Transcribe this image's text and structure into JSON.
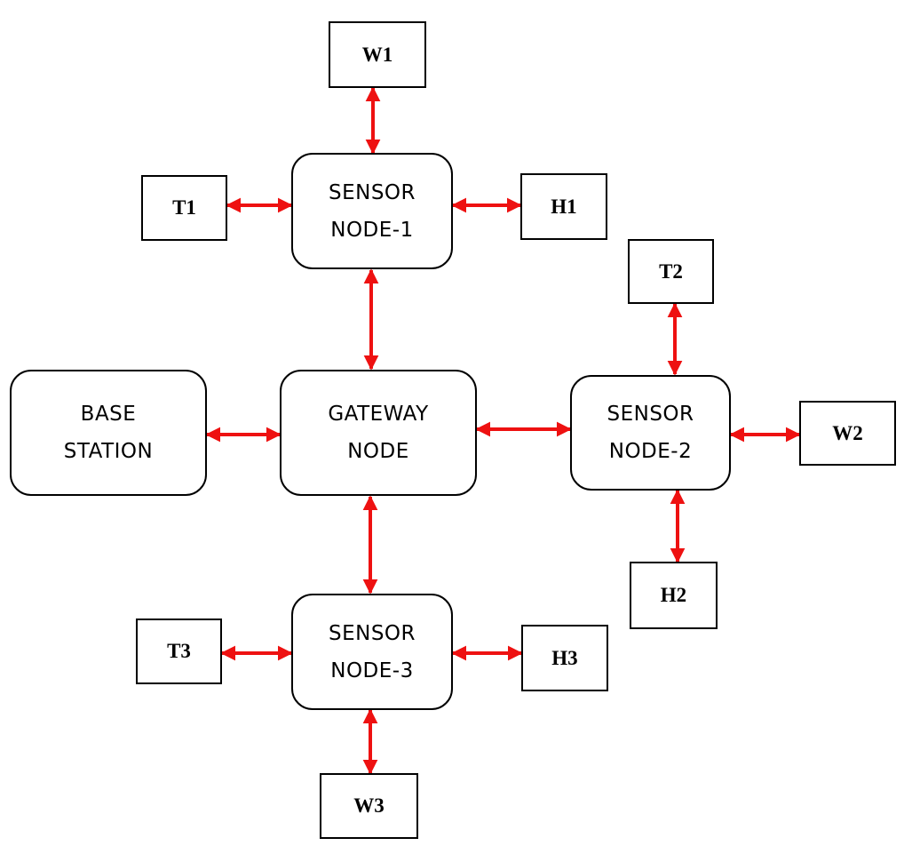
{
  "colors": {
    "arrow": "#ee1111",
    "border": "#000000",
    "background": "#ffffff"
  },
  "nodes": {
    "base_station": {
      "line1": "BASE",
      "line2": "STATION"
    },
    "gateway": {
      "line1": "GATEWAY",
      "line2": "NODE"
    },
    "sensor1": {
      "line1": "SENSOR",
      "line2": "NODE-1"
    },
    "sensor2": {
      "line1": "SENSOR",
      "line2": "NODE-2"
    },
    "sensor3": {
      "line1": "SENSOR",
      "line2": "NODE-3"
    }
  },
  "sensors": {
    "w1": "W1",
    "t1": "T1",
    "h1": "H1",
    "t2": "T2",
    "w2": "W2",
    "h2": "H2",
    "t3": "T3",
    "h3": "H3",
    "w3": "W3"
  },
  "connections": [
    [
      "w1",
      "sensor1"
    ],
    [
      "t1",
      "sensor1"
    ],
    [
      "sensor1",
      "h1"
    ],
    [
      "sensor1",
      "gateway"
    ],
    [
      "base_station",
      "gateway"
    ],
    [
      "gateway",
      "sensor2"
    ],
    [
      "t2",
      "sensor2"
    ],
    [
      "sensor2",
      "w2"
    ],
    [
      "sensor2",
      "h2"
    ],
    [
      "gateway",
      "sensor3"
    ],
    [
      "t3",
      "sensor3"
    ],
    [
      "sensor3",
      "h3"
    ],
    [
      "sensor3",
      "w3"
    ]
  ]
}
